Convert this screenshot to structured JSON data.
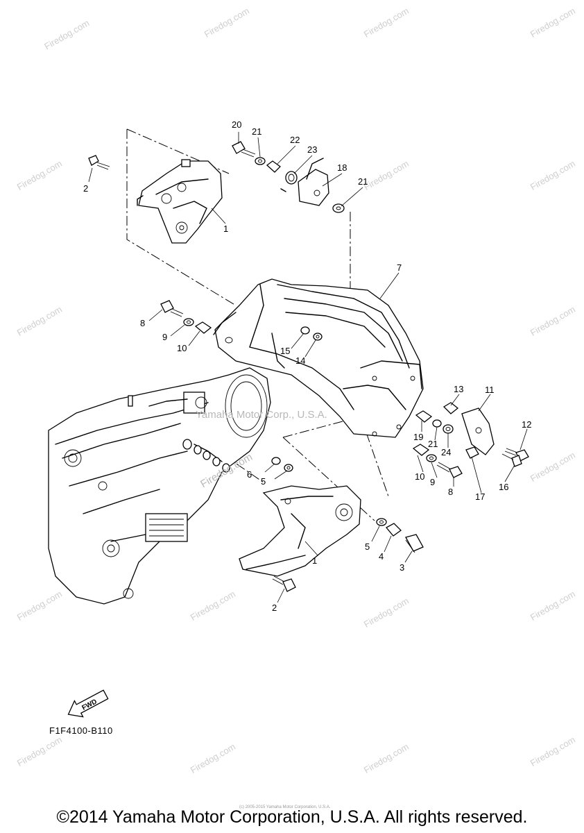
{
  "diagram": {
    "code": "F1F4100-B110",
    "fwd_label": "FWD",
    "center_watermark": "Yamaha Motor Corp., U.S.A.",
    "side_watermark": "Firedog.com",
    "tiny_note": "(c) 2005-2015 Yamaha Motor Corporation, U.S.A.",
    "copyright": "©2014 Yamaha Motor Corporation, U.S.A. All rights reserved.",
    "callouts": [
      "20",
      "21",
      "22",
      "23",
      "18",
      "21",
      "2",
      "1",
      "7",
      "8",
      "9",
      "10",
      "15",
      "14",
      "13",
      "11",
      "12",
      "19",
      "21",
      "24",
      "16",
      "6",
      "5",
      "10",
      "9",
      "8",
      "17",
      "5",
      "4",
      "3",
      "1",
      "2"
    ]
  }
}
